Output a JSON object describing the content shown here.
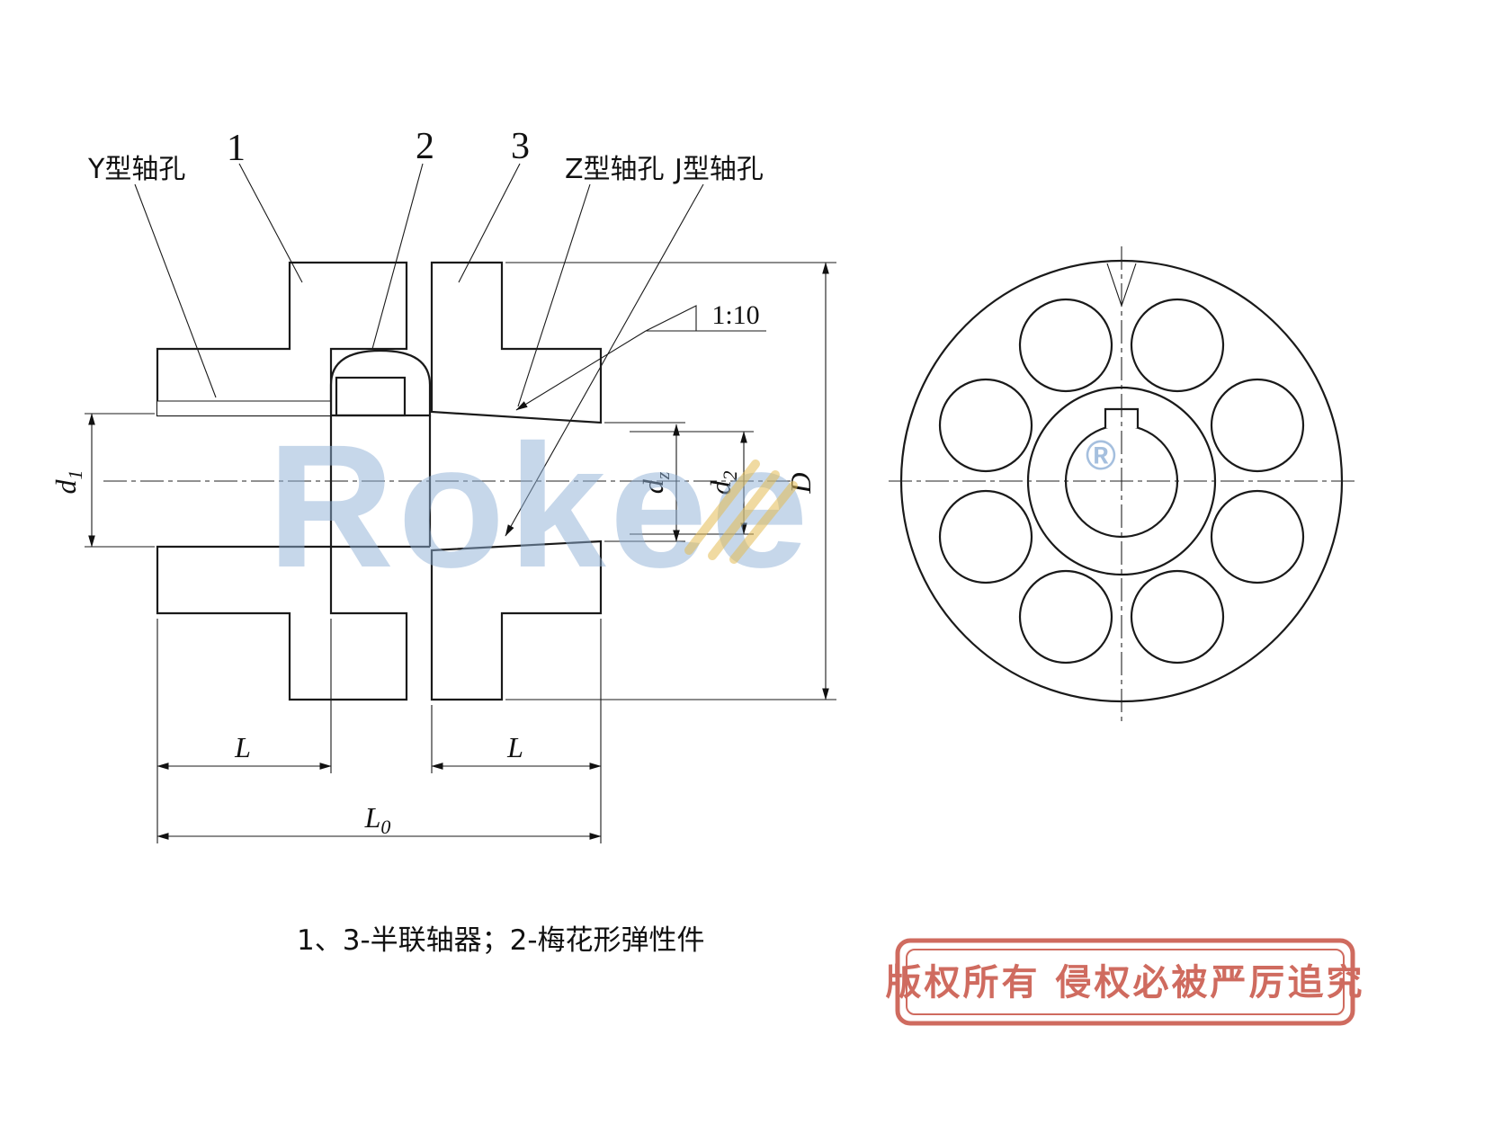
{
  "labels": {
    "y_bore": "Y型轴孔",
    "z_bore": "Z型轴孔",
    "j_bore": "J型轴孔",
    "taper": "1:10",
    "callout_1": "1",
    "callout_2": "2",
    "callout_3": "3"
  },
  "dims": {
    "d1": {
      "base": "d",
      "sub": "1"
    },
    "dz": {
      "base": "d",
      "sub": "z"
    },
    "d2": {
      "base": "d",
      "sub": "2"
    },
    "D": {
      "base": "D",
      "sub": ""
    },
    "L_left": {
      "base": "L",
      "sub": ""
    },
    "L_right": {
      "base": "L",
      "sub": ""
    },
    "L0": {
      "base": "L",
      "sub": "0"
    }
  },
  "note": "1、3-半联轴器；2-梅花形弹性件",
  "watermark": {
    "text": "Rokee",
    "registered": "®",
    "color": "#8fb0d6",
    "accent": "#e4bd55"
  },
  "stamp": {
    "text": "版权所有 侵权必被严厉追究",
    "color": "#c9574a"
  },
  "line_color": "#1a1a1a"
}
